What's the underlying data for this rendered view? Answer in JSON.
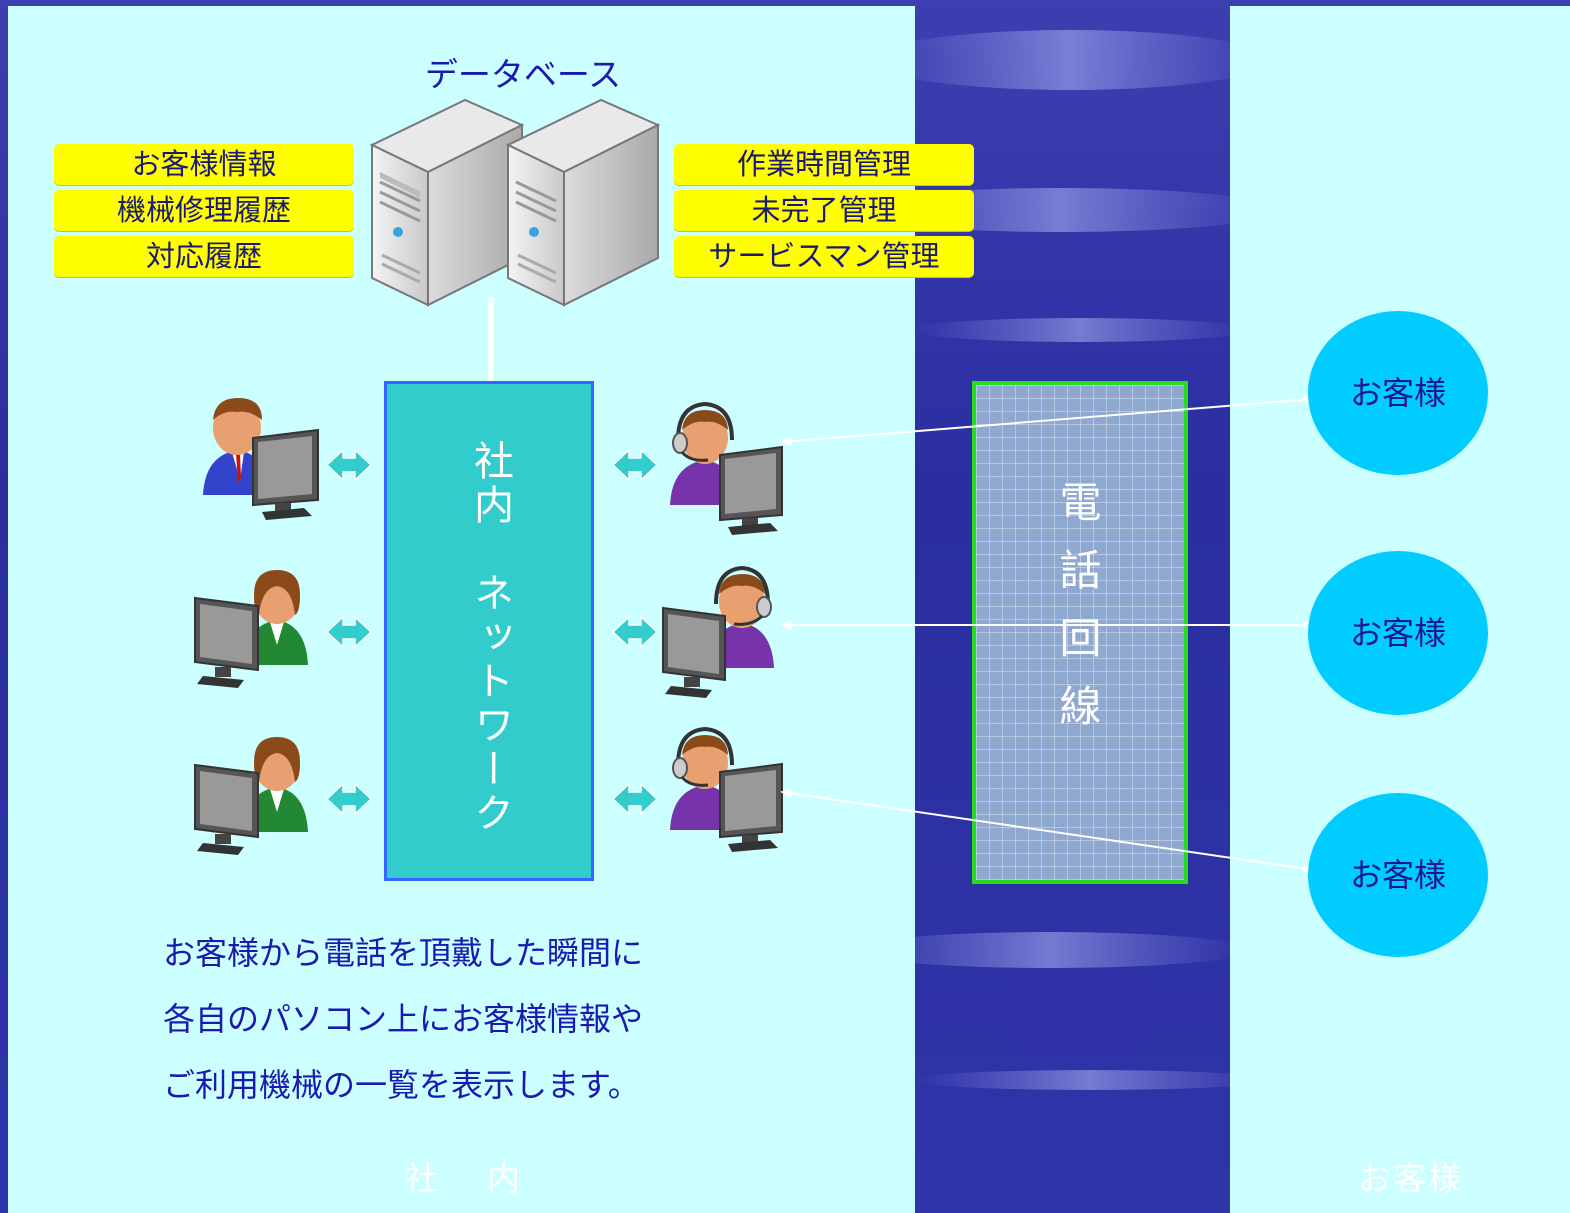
{
  "database": {
    "title": "データベース"
  },
  "left_tags": [
    "お客様情報",
    "機械修理履歴",
    "対応履歴"
  ],
  "right_tags": [
    "作業時間管理",
    "未完了管理",
    "サービスマン管理"
  ],
  "network_label": "社内　ネットワーク",
  "phone_label": "電話回線",
  "customers": [
    "お客様",
    "お客様",
    "お客様"
  ],
  "description": [
    "お客様から電話を頂戴した瞬間に",
    "各自のパソコン上にお客様情報や",
    "ご利用機械の一覧を表示します。"
  ],
  "footer": {
    "inside": "社　内",
    "customer": "お客様"
  },
  "icons": {
    "server": "server-icon",
    "office_user": "office-worker-icon",
    "operator": "headset-operator-icon",
    "arrow": "double-arrow-icon"
  },
  "colors": {
    "panel": "#ccffff",
    "tag": "#ffff00",
    "network": "#33cccc",
    "customer": "#00ccff",
    "text": "#1a1ab0"
  }
}
